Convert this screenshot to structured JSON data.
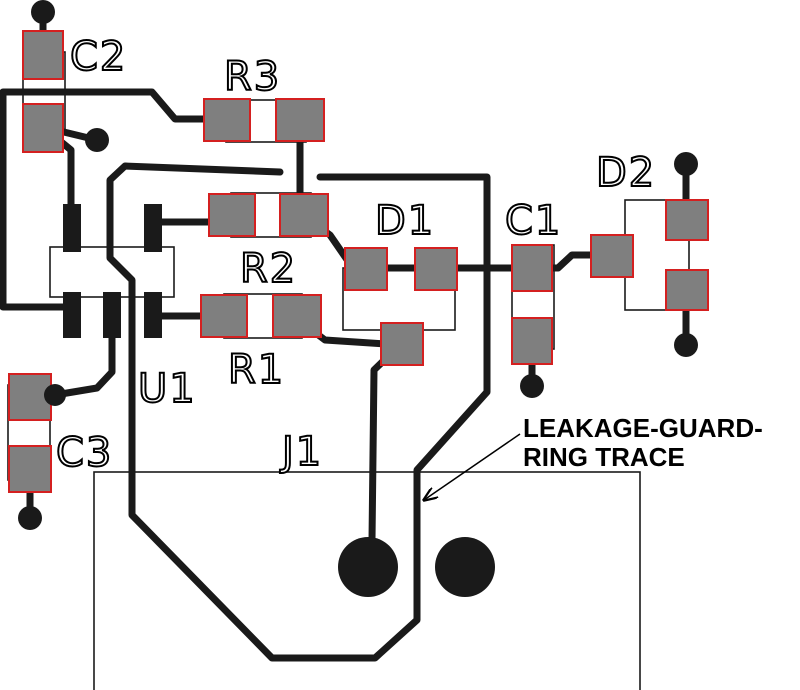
{
  "designators": {
    "c2": "C2",
    "r3": "R3",
    "d2": "D2",
    "d1": "D1",
    "c1": "C1",
    "r2": "R2",
    "r1": "R1",
    "u1": "U1",
    "c3": "C3",
    "j1": "J1"
  },
  "annotation": {
    "line1": "LEAKAGE-GUARD-",
    "line2": "RING TRACE"
  },
  "colors": {
    "pad_fill": "#7f7f7f",
    "pad_outline": "#d42020",
    "copper": "#1a1a1a",
    "background": "#ffffff"
  }
}
